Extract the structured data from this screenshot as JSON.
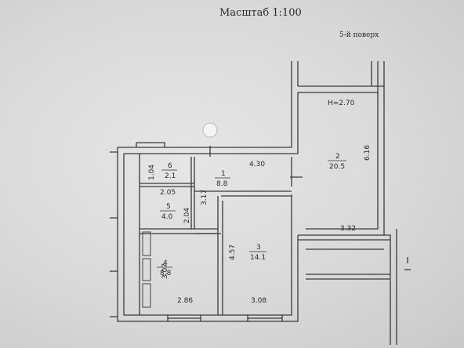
{
  "header": {
    "scale": "Масштаб 1:100",
    "floor": "5-й поверх"
  },
  "plan": {
    "ceiling_height": "H=2.70",
    "rooms": [
      {
        "number": "1",
        "area": "8.8"
      },
      {
        "number": "2",
        "area": "20.5"
      },
      {
        "number": "3",
        "area": "14.1"
      },
      {
        "number": "4",
        "area": "8.8"
      },
      {
        "number": "5",
        "area": "4.0"
      },
      {
        "number": "6",
        "area": "2.1"
      }
    ],
    "dimensions": {
      "d_430": "4.30",
      "d_616": "6.16",
      "d_332": "3.32",
      "d_104": "1.04",
      "d_205": "2.05",
      "d_204": "2.04",
      "d_317": "3.17",
      "d_457": "4.57",
      "d_307": "3.07",
      "d_286": "2.86",
      "d_308": "3.08"
    }
  }
}
